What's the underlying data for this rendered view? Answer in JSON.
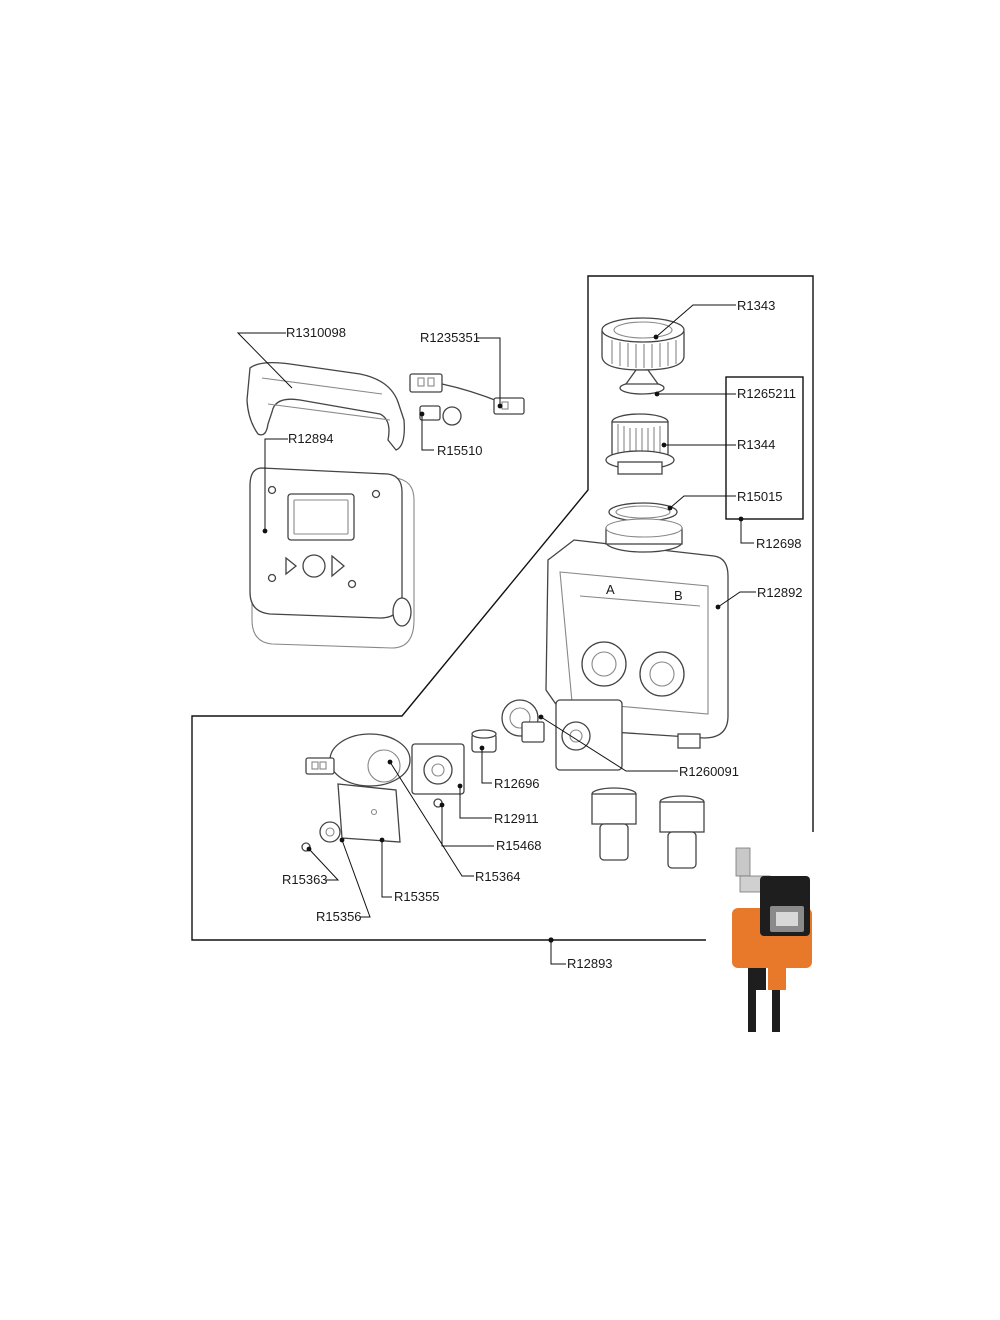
{
  "parts": {
    "lid": "R1310098",
    "cable": "R1235351",
    "cable_clip": "R15510",
    "controller": "R12894",
    "nut": "R1343",
    "cone_seal": "R1265211",
    "filter_adapter": "R1344",
    "o_ring": "R15015",
    "adapter_kit": "R12698",
    "valve_body": "R12892",
    "solenoid_valve": "R1260091",
    "plunger": "R12696",
    "small_seal": "R12911",
    "screw_a": "R15468",
    "coil": "R15364",
    "bracket": "R15355",
    "washer": "R15356",
    "screw_b": "R15363",
    "valve_assembly": "R12893"
  },
  "body_markings": {
    "port_a": "A",
    "port_b": "B"
  },
  "photo_colors": {
    "housing": "#e8792b",
    "dark": "#1e1e1e",
    "grey": "#8a8a8a"
  }
}
